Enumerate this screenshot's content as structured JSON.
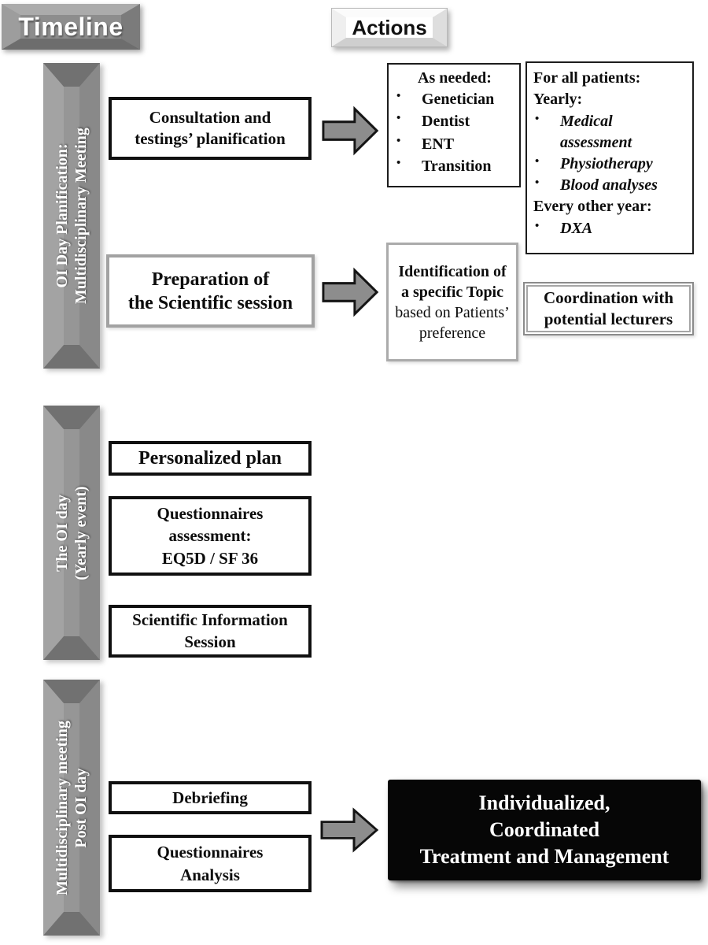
{
  "header": {
    "timeline": "Timeline",
    "actions": "Actions"
  },
  "bullet_char": "•",
  "timeline_bars": {
    "planification": "OI Day Planification:\nMultidisciplinary Meeting",
    "oi_day": "The OI day\n(Yearly event)",
    "post_oi_day": "Multidisciplinary meeting\nPost OI day"
  },
  "boxes": {
    "consultation": "Consultation and\ntestings’ planification",
    "preparation": "Preparation of\nthe Scientific session",
    "as_needed": {
      "title": "As needed:",
      "items": [
        "Genetician",
        "Dentist",
        "ENT",
        "Transition"
      ]
    },
    "for_all_patients": {
      "title": "For all patients:",
      "yearly_label": "Yearly:",
      "yearly_items": [
        "Medical assessment",
        "Physiotherapy",
        "Blood analyses"
      ],
      "every_other_year_label": "Every other year:",
      "every_other_year_items": [
        "DXA"
      ]
    },
    "identification": {
      "emphasis": "Identification of a specific Topic",
      "rest": " based on Patients’ preference"
    },
    "coordination": "Coordination with\npotential lecturers",
    "personalized_plan": "Personalized plan",
    "questionnaires_assessment": "Questionnaires\nassessment:\nEQ5D / SF 36",
    "scientific_session": "Scientific Information\nSession",
    "debriefing": "Debriefing",
    "questionnaires_analysis": "Questionnaires\nAnalysis",
    "outcome": "Individualized,\nCoordinated\nTreatment and Management"
  },
  "colors": {
    "bar_gray": "#8f8f8f",
    "arrow_gray": "#8d8d8d",
    "gray_border": "#a2a2a2",
    "outcome_bg": "#060606",
    "outcome_text": "#ffffff"
  }
}
